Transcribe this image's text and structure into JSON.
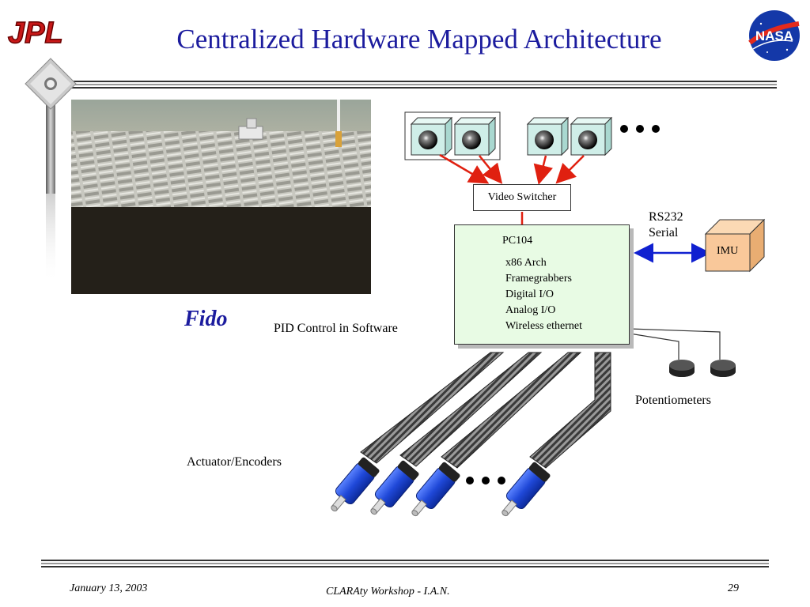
{
  "header": {
    "title": "Centralized Hardware Mapped Architecture",
    "left_logo": "JPL",
    "right_logo": "NASA"
  },
  "photo": {
    "caption": "Fido"
  },
  "diagram": {
    "video_switcher": "Video Switcher",
    "pc104": {
      "title": "PC104",
      "features": [
        "x86 Arch",
        "Framegrabbers",
        "Digital I/O",
        "Analog I/O",
        "Wireless ethernet"
      ]
    },
    "imu": "IMU",
    "rs232_line1": "RS232",
    "rs232_line2": "Serial",
    "pid_label": "PID Control in Software",
    "potentiometers_label": "Potentiometers",
    "actuators_label": "Actuator/Encoders"
  },
  "footer": {
    "date": "January 13, 2003",
    "center": "CLARAty Workshop - I.A.N.",
    "page": "29"
  },
  "colors": {
    "title_blue": "#1c1c9e",
    "pc104_fill": "#e8fbe4",
    "imu_fill": "#f9c89a",
    "camera_fill": "#cfeee8",
    "arrow_red": "#e02010",
    "serial_blue": "#1020d0",
    "motor_blue": "#2a55e0"
  }
}
